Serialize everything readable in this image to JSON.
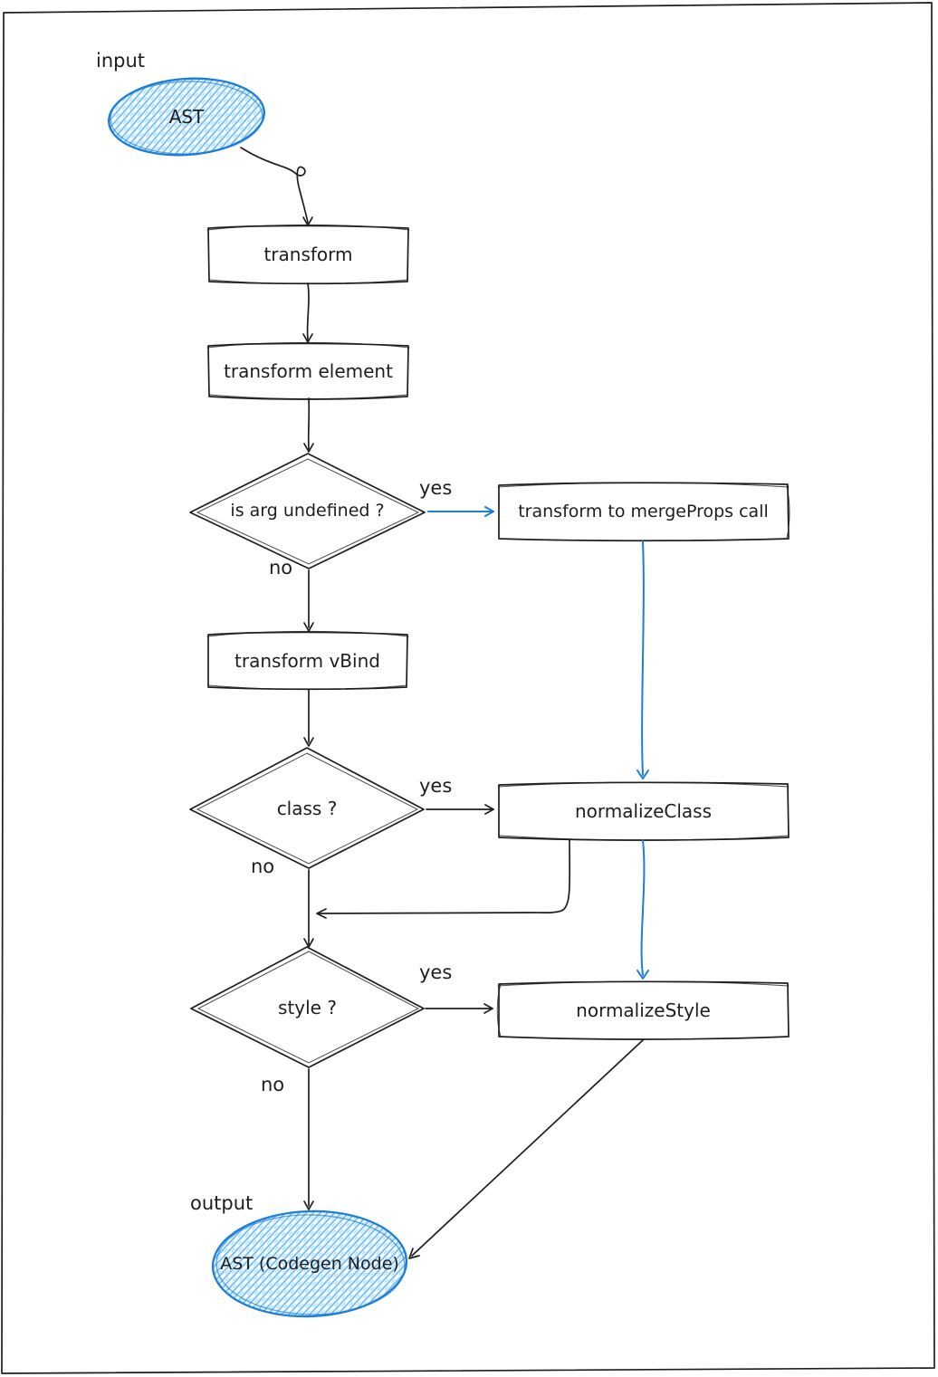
{
  "colors": {
    "ink": "#1e1e1e",
    "accent_blue": "#1c7ed6",
    "hatch_blue": "#74c0fc"
  },
  "labels": {
    "input": "input",
    "output": "output"
  },
  "nodes": {
    "ast_input": "AST",
    "transform": "transform",
    "transform_element": "transform element",
    "is_arg_undefined": "is arg undefined ?",
    "merge_props": "transform to mergeProps call",
    "transform_vbind": "transform vBind",
    "class_check": "class ?",
    "normalize_class": "normalizeClass",
    "style_check": "style ?",
    "normalize_style": "normalizeStyle",
    "ast_output": "AST (Codegen Node)"
  },
  "edges": {
    "arg_yes": "yes",
    "arg_no": "no",
    "class_yes": "yes",
    "class_no": "no",
    "style_yes": "yes",
    "style_no": "no"
  }
}
